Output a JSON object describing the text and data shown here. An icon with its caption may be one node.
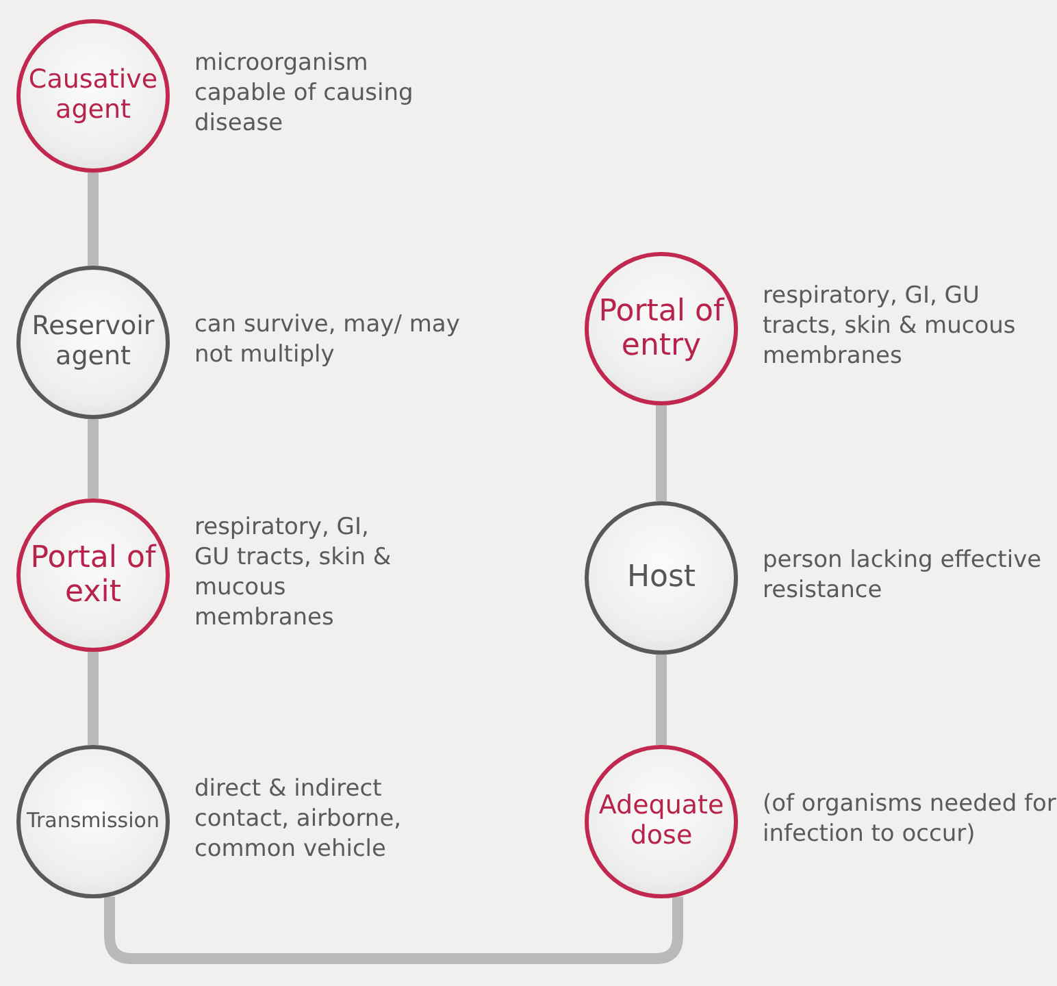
{
  "diagram": {
    "nodes": [
      {
        "text": [
          "Causative agent"
        ],
        "beside": [
          "microorganism capable of causing disease"
        ]
      },
      {
        "text": [
          "Reservoir agent"
        ],
        "beside": [
          "can survive, may/ may not multiply"
        ]
      },
      {
        "text": [
          "Portal of exit"
        ],
        "beside": [
          "respiratory, GI, GU tracts, skin & mucous membranes"
        ]
      },
      {
        "text": [
          "Transmission"
        ],
        "beside": [
          "direct & indirect contact, airborne, common vehicle"
        ]
      },
      {
        "text": [
          "Portal of entry"
        ],
        "beside": [
          "respiratory, GI, GU tracts, skin & mucous membranes"
        ]
      },
      {
        "text": [
          "Host"
        ],
        "beside": [
          "person lacking effective resistance"
        ]
      },
      {
        "text": [
          "Adequate dose"
        ],
        "beside": [
          "(of organisms needed for infection to occur)"
        ]
      }
    ],
    "edges": [
      {
        "from": 0,
        "to": 1,
        "arrow": "none"
      },
      {
        "from": 1,
        "to": 2,
        "arrow": "none"
      },
      {
        "from": 2,
        "to": 3,
        "arrow": "none"
      },
      {
        "from": 3,
        "to": 6,
        "arrow": "none"
      },
      {
        "from": 6,
        "to": 5,
        "arrow": "none"
      },
      {
        "from": 5,
        "to": 4,
        "arrow": "none"
      }
    ]
  }
}
